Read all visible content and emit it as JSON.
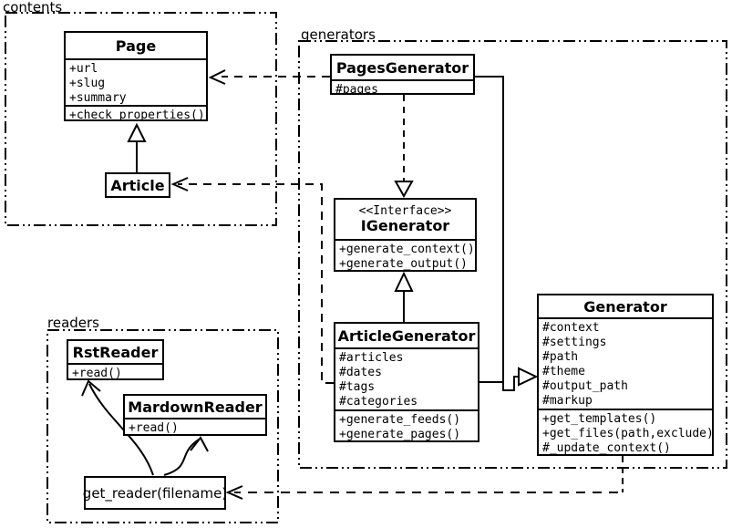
{
  "packages": {
    "contents": {
      "label": "contents"
    },
    "generators": {
      "label": "generators"
    },
    "readers": {
      "label": "readers"
    }
  },
  "classes": {
    "page": {
      "name": "Page",
      "attributes": [
        "+url",
        "+slug",
        "+summary"
      ],
      "methods": [
        "+check_properties()"
      ]
    },
    "article": {
      "name": "Article"
    },
    "pages_generator": {
      "name": "PagesGenerator",
      "attributes": [
        "#pages"
      ]
    },
    "igenerator": {
      "stereotype": "<<Interface>>",
      "name": "IGenerator",
      "methods": [
        "+generate_context()",
        "+generate_output()"
      ]
    },
    "article_generator": {
      "name": "ArticleGenerator",
      "attributes": [
        "#articles",
        "#dates",
        "#tags",
        "#categories"
      ],
      "methods": [
        "+generate_feeds()",
        "+generate_pages()"
      ]
    },
    "generator": {
      "name": "Generator",
      "attributes": [
        "#context",
        "#settings",
        "#path",
        "#theme",
        "#output_path",
        "#markup"
      ],
      "methods": [
        "+get_templates()",
        "+get_files(path,exclude)",
        "#_update_context()"
      ]
    },
    "rst_reader": {
      "name": "RstReader",
      "methods": [
        "+read()"
      ]
    },
    "mardown_reader": {
      "name": "MardownReader",
      "methods": [
        "+read()"
      ]
    },
    "get_reader": {
      "name": "get_reader(filename)"
    }
  },
  "relationships": [
    {
      "from": "Article",
      "to": "Page",
      "type": "inheritance"
    },
    {
      "from": "PagesGenerator",
      "to": "IGenerator",
      "type": "realization-dashed"
    },
    {
      "from": "ArticleGenerator",
      "to": "IGenerator",
      "type": "inheritance"
    },
    {
      "from": "PagesGenerator",
      "to": "Generator",
      "type": "inheritance"
    },
    {
      "from": "ArticleGenerator",
      "to": "Generator",
      "type": "inheritance"
    },
    {
      "from": "PagesGenerator",
      "to": "Page",
      "type": "dependency-dashed"
    },
    {
      "from": "ArticleGenerator",
      "to": "Article",
      "type": "dependency-dashed"
    },
    {
      "from": "Generator",
      "to": "get_reader(filename)",
      "type": "dependency-dashed"
    },
    {
      "from": "get_reader(filename)",
      "to": "RstReader",
      "type": "arrow"
    },
    {
      "from": "get_reader(filename)",
      "to": "MardownReader",
      "type": "arrow"
    }
  ],
  "colors": {
    "background": "#ffffff",
    "line": "#000000",
    "box_fill": "#ffffff"
  }
}
